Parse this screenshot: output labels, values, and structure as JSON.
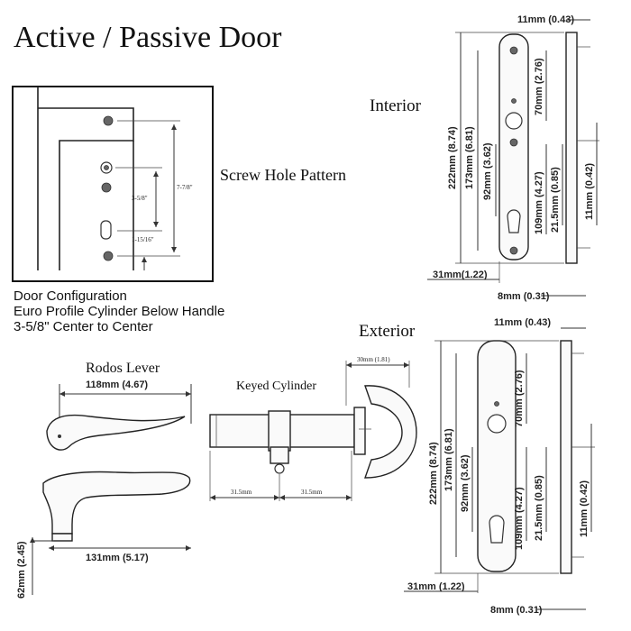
{
  "title": "Active / Passive Door",
  "screw_hole": {
    "label": "Screw Hole Pattern",
    "dims": [
      "7-7/8\"",
      "3-5/8\"",
      "1-15/16\""
    ]
  },
  "config": {
    "line1": "Door Configuration",
    "line2": "Euro Profile Cylinder Below Handle",
    "line3": "3-5/8\" Center to Center"
  },
  "lever": {
    "label": "Rodos Lever",
    "length": "118mm (4.67)",
    "width": "131mm (5.17)",
    "height": "62mm (2.45)"
  },
  "cylinder": {
    "label": "Keyed Cylinder",
    "turn_piece": "30mm (1.81)",
    "left": "31.5mm",
    "right": "31.5mm"
  },
  "interior": {
    "label": "Interior",
    "top_width": "11mm (0.43)",
    "overall": "222mm (8.74)",
    "center": "173mm (6.81)",
    "upper": "70mm (2.76)",
    "mid": "92mm (3.62)",
    "lower": "109mm (4.27)",
    "depth": "21.5mm (0.85)",
    "side": "11mm (0.42)",
    "bottom_width": "31mm(1.22)",
    "thickness": "8mm (0.31)"
  },
  "exterior": {
    "label": "Exterior",
    "top_width": "11mm (0.43)",
    "overall": "222mm (8.74)",
    "center": "173mm (6.81)",
    "upper": "70mm (2.76)",
    "mid": "92mm (3.62)",
    "lower": "109mm (4.27)",
    "depth": "21.5mm (0.85)",
    "side": "11mm (0.42)",
    "bottom_width": "31mm (1.22)",
    "thickness": "8mm (0.31)"
  }
}
